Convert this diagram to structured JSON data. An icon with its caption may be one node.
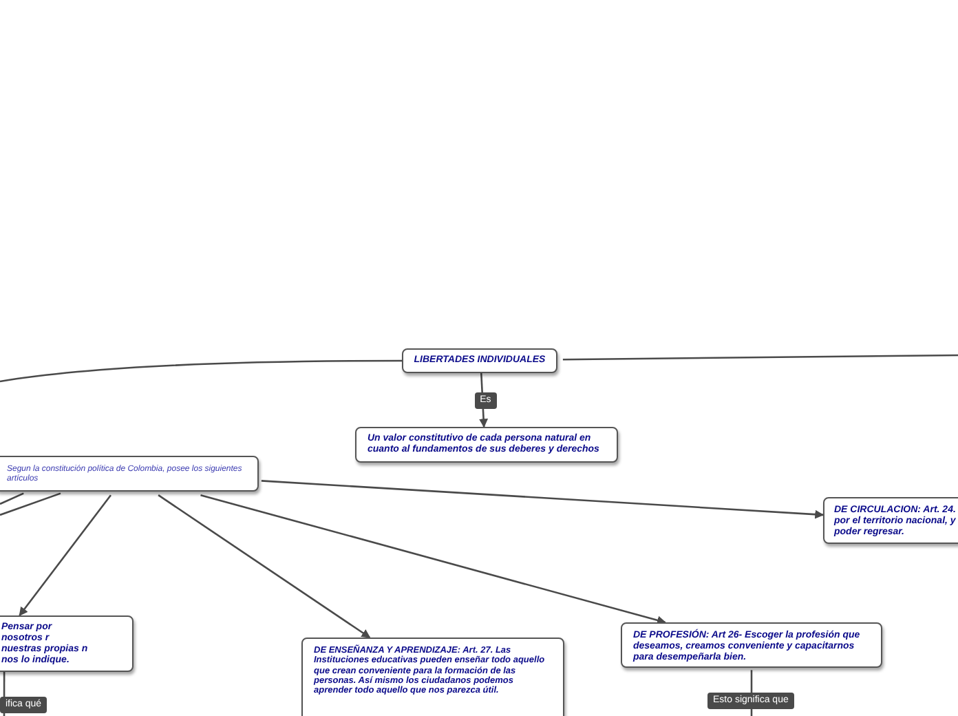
{
  "diagram": {
    "nodes": [
      {
        "text": [
          "LIBERTADES INDIVIDUALES"
        ]
      },
      {
        "text": [
          "Un valor constitutivo de cada persona natural en cuanto al fundamentos de sus deberes y derechos"
        ]
      },
      {
        "text": [
          "Segun la constitución política de Colombia, posee los siguientes artículos"
        ]
      },
      {
        "text": [
          "Pensar por nosotros r nuestras propias n nos lo indique."
        ]
      },
      {
        "text": [
          "DE ENSEÑANZA Y APRENDIZAJE: Art. 27. Las Instituciones educativas pueden enseñar todo aquello que crean conveniente para la formación de las personas. Así mismo los ciudadanos podemos aprender todo aquello que nos parezca útil."
        ]
      },
      {
        "text": [
          "DE PROFESIÓN: Art 26- Escoger la profesión que deseamos, creamos conveniente y capacitarnos para desempeñarla bien."
        ]
      },
      {
        "text": [
          "DE CIRCULACION: Art. 24. por el territorio nacional, y poder regresar."
        ]
      }
    ],
    "edges": [
      {
        "from": null,
        "to": 0,
        "arrow": "none"
      },
      {
        "from": 0,
        "to": null,
        "arrow": "none"
      },
      {
        "from": 0,
        "to": 1,
        "arrow": "to",
        "label": "Es"
      },
      {
        "from": 2,
        "to": 6,
        "arrow": "to"
      },
      {
        "from": 2,
        "to": 3,
        "arrow": "to"
      },
      {
        "from": 2,
        "to": 4,
        "arrow": "to"
      },
      {
        "from": 2,
        "to": 5,
        "arrow": "to"
      },
      {
        "from": 2,
        "to": null,
        "arrow": "none"
      },
      {
        "from": 2,
        "to": null,
        "arrow": "none"
      },
      {
        "from": 3,
        "to": null,
        "arrow": "none",
        "label": "ifica qué"
      },
      {
        "from": 5,
        "to": null,
        "arrow": "none",
        "label": "Esto significa que"
      }
    ]
  }
}
